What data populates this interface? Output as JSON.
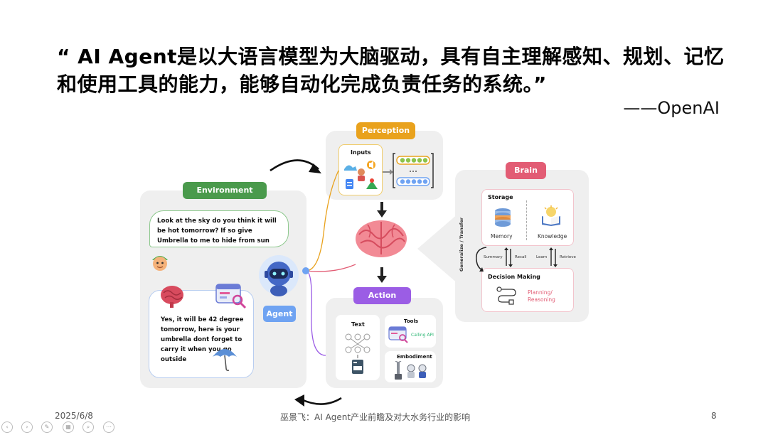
{
  "quote": "“ AI Agent是以大语言模型为大脑驱动，具有自主理解感知、规划、记忆和使用工具的能力，能够自动化完成负责任务的系统。”",
  "attribution": "——OpenAI",
  "diagram": {
    "environment": {
      "label": "Environment",
      "user_message": "Look at the sky do you think it will be hot tomorrow? If so give Umbrella to me to hide from sun",
      "agent_reply": "Yes, it will be 42 degree tomorrow, here is your umbrella dont forget to carry it when you go outside"
    },
    "agent_label": "Agent",
    "perception": {
      "label": "Perception",
      "inputs_label": "Inputs"
    },
    "action": {
      "label": "Action",
      "text_label": "Text",
      "tools_label": "Tools",
      "calling_api": "Calling API",
      "embodiment_label": "Embodiment"
    },
    "brain": {
      "label": "Brain",
      "storage_label": "Storage",
      "memory_label": "Memory",
      "knowledge_label": "Knowledge",
      "summary_label": "Summary",
      "recall_label": "Recall",
      "learn_label": "Learn",
      "retrieve_label": "Retrieve",
      "decision_label": "Decision Making",
      "planning_label": "Planning/",
      "reasoning_label": "Reasoning",
      "generalize_label": "Generalize / Transfer"
    },
    "colors": {
      "environment": "#4a9a4c",
      "perception": "#e9a21d",
      "action": "#9b5de5",
      "brain": "#e25c74",
      "agent": "#6fa3f2"
    }
  },
  "footer": {
    "date": "2025/6/8",
    "center": "巫景飞：AI Agent产业前瞻及对大水务行业的影响",
    "page": "8"
  }
}
